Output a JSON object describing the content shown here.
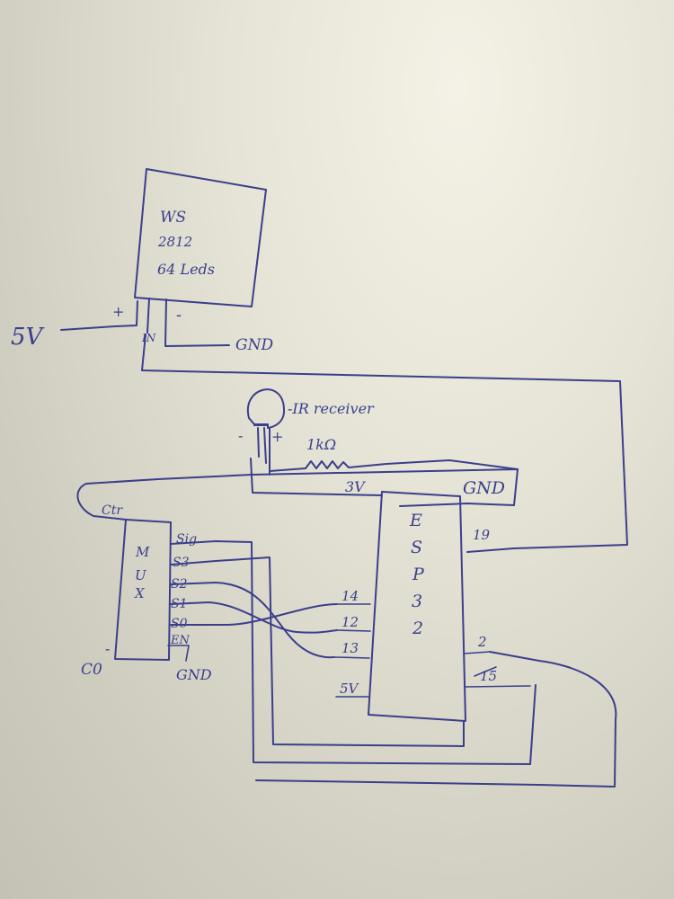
{
  "ink_color": "#3a3f8c",
  "paper_color": "#e6e4d6",
  "led": {
    "line1": "WS",
    "line2": "2812",
    "line3": "64 Leds",
    "plus": "+",
    "minus": "-",
    "din": "IN",
    "supply": "5V",
    "ground": "GND"
  },
  "ir_receiver": {
    "label": "-IR receiver",
    "minus": "-",
    "plus": "+",
    "resistor": "1kΩ"
  },
  "power": {
    "v3": "3V",
    "gnd": "GND"
  },
  "esp": {
    "label_chars": [
      "E",
      "S",
      "P",
      "3",
      "2"
    ],
    "pin_19": "19",
    "pin_14": "14",
    "pin_12": "12",
    "pin_13": "13",
    "pin_5v": "5V",
    "pin_2": "2",
    "pin_15": "15"
  },
  "mux": {
    "label_chars": [
      "M",
      "U",
      "X"
    ],
    "ctr": "Ctr",
    "sig": "Sig",
    "s3": "S3",
    "s2": "S2",
    "s1": "S1",
    "s0": "S0",
    "en": "EN",
    "minus": "-",
    "c0": "C0",
    "gnd": "GND"
  }
}
